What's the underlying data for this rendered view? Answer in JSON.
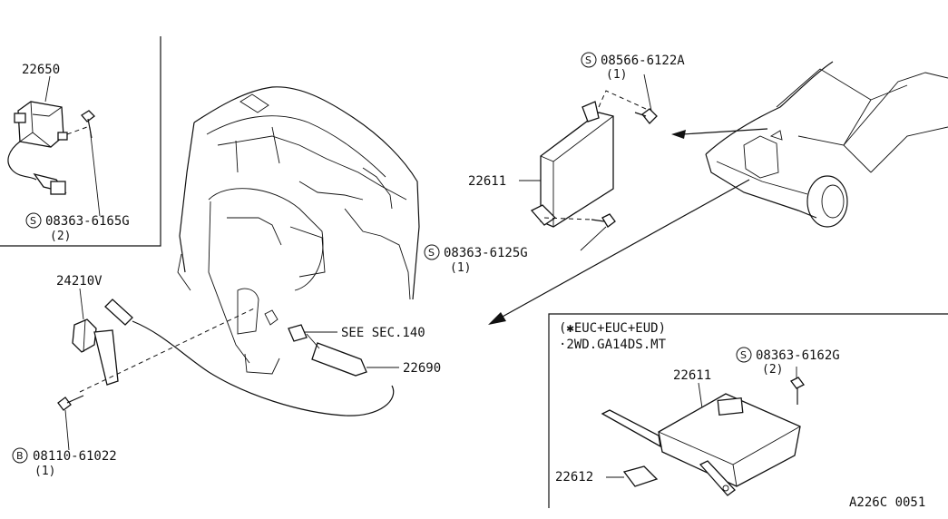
{
  "inset_top_left": {
    "part_22650": "22650",
    "bolt_prefix": "S",
    "bolt_number": "08363-6165G",
    "bolt_qty": "(2)"
  },
  "engine": {
    "part_24210V": "24210V",
    "bolt_prefix": "B",
    "bolt_number": "08110-61022",
    "bolt_qty": "(1)",
    "see_sec": "SEE SEC.140",
    "part_22690": "22690"
  },
  "ecu_main": {
    "bolt_top_prefix": "S",
    "bolt_top_number": "08566-6122A",
    "bolt_top_qty": "(1)",
    "part_22611": "22611",
    "bolt_bottom_prefix": "S",
    "bolt_bottom_number": "08363-6125G",
    "bolt_bottom_qty": "(1)"
  },
  "inset_bottom_right": {
    "condition_line1": "(✱EUC+EUC+EUD)",
    "condition_line2": "·2WD.GA14DS.MT",
    "bolt_prefix": "S",
    "bolt_number": "08363-6162G",
    "bolt_qty": "(2)",
    "part_22611": "22611",
    "part_22612": "22612"
  },
  "drawing_code": "A226C 0051"
}
